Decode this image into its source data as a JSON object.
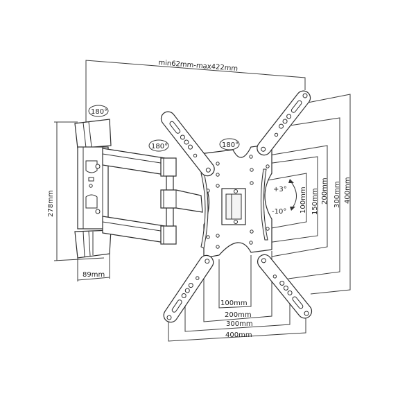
{
  "diagram": {
    "title": "Full-motion TV wall mount dimension drawing",
    "arm_extension_label": "min62mm-max422mm",
    "wall_plate_height_label": "278mm",
    "wall_plate_width_label": "89mm",
    "rotation_labels": {
      "wall_pivot": "180°",
      "arm_pivot": "180°",
      "head_pivot": "180°"
    },
    "tilt_labels": {
      "up": "+3°",
      "down": "-10°"
    },
    "vesa_vertical_labels": [
      "100mm",
      "150mm",
      "200mm",
      "300mm",
      "400mm"
    ],
    "vesa_horizontal_labels": [
      "100mm",
      "200mm",
      "300mm",
      "400mm"
    ],
    "line_color": "#333333",
    "background_color": "#ffffff"
  }
}
